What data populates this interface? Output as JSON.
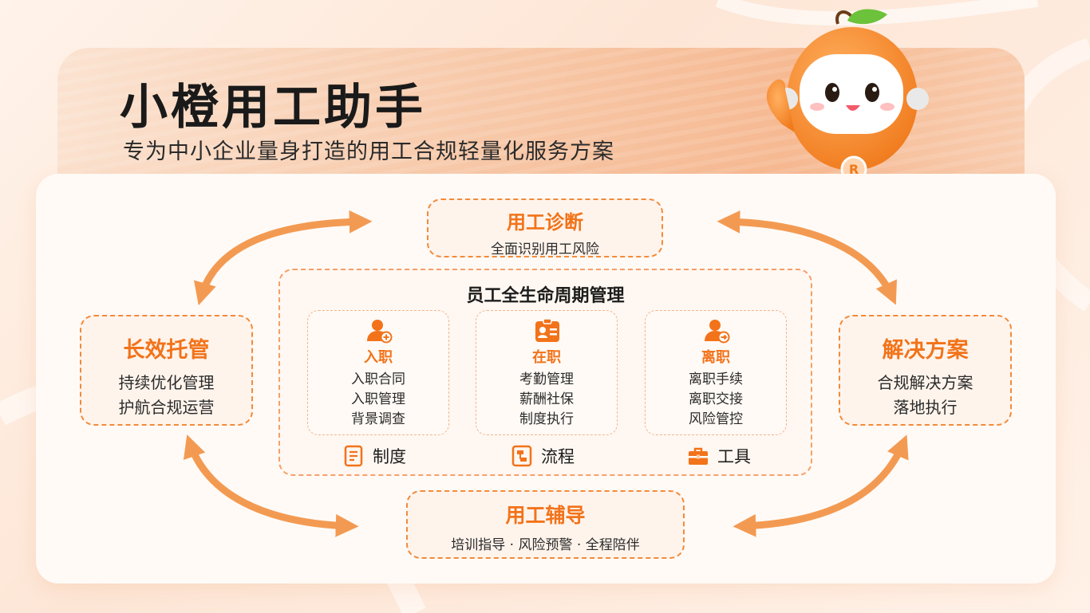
{
  "header": {
    "title": "小橙用工助手",
    "subtitle": "专为中小企业量身打造的用工合规轻量化服务方案"
  },
  "top_box": {
    "title": "用工诊断",
    "desc": "全面识别用工风险"
  },
  "left_box": {
    "title": "长效托管",
    "lines": [
      "持续优化管理",
      "护航合规运营"
    ]
  },
  "right_box": {
    "title": "解决方案",
    "lines": [
      "合规解决方案",
      "落地执行"
    ]
  },
  "bottom_box": {
    "title": "用工辅导",
    "desc": "培训指导 · 风险预警 · 全程陪伴"
  },
  "center": {
    "title": "员工全生命周期管理",
    "stages": [
      {
        "icon": "user-add-icon",
        "title": "入职",
        "items": [
          "入职合同",
          "入职管理",
          "背景调查"
        ]
      },
      {
        "icon": "id-card-icon",
        "title": "在职",
        "items": [
          "考勤管理",
          "薪酬社保",
          "制度执行"
        ]
      },
      {
        "icon": "user-exit-icon",
        "title": "离职",
        "items": [
          "离职手续",
          "离职交接",
          "风险管控"
        ]
      }
    ],
    "tags": [
      {
        "icon": "document-icon",
        "label": "制度"
      },
      {
        "icon": "flowchart-icon",
        "label": "流程"
      },
      {
        "icon": "toolbox-icon",
        "label": "工具"
      }
    ]
  },
  "mascot": {
    "badge": "R"
  },
  "colors": {
    "accent": "#f2731a",
    "dash": "#f28a3a",
    "arrow": "#f39a52"
  }
}
